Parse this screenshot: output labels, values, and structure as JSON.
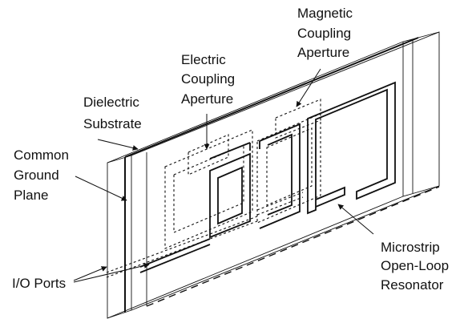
{
  "labels": {
    "magnetic_aperture": [
      "Magnetic",
      "Coupling",
      "Aperture"
    ],
    "electric_aperture": [
      "Electric",
      "Coupling",
      "Aperture"
    ],
    "dielectric_substrate": [
      "Dielectric",
      "Substrate"
    ],
    "common_ground_plane": [
      "Common",
      "Ground",
      "Plane"
    ],
    "microstrip_resonator": [
      "Microstrip",
      "Open-Loop",
      "Resonator"
    ],
    "io_ports": [
      "I/O Ports"
    ]
  },
  "colors": {
    "line": "#111111",
    "background": "#ffffff"
  }
}
